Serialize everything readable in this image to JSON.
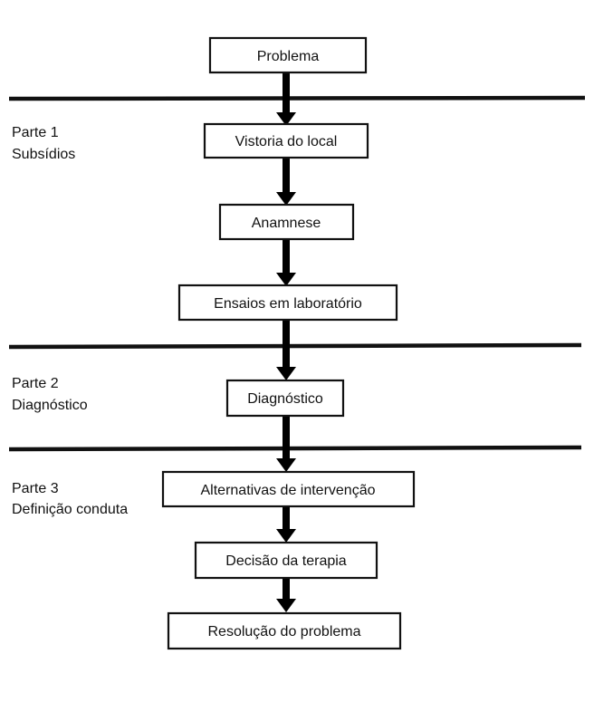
{
  "nodes": [
    {
      "id": "problema",
      "label": "Problema"
    },
    {
      "id": "vistoria",
      "label": "Vistoria do local"
    },
    {
      "id": "anamnese",
      "label": "Anamnese"
    },
    {
      "id": "ensaios",
      "label": "Ensaios em laboratório"
    },
    {
      "id": "diagnostico",
      "label": "Diagnóstico"
    },
    {
      "id": "alternativas",
      "label": "Alternativas de intervenção"
    },
    {
      "id": "decisao",
      "label": "Decisão da terapia"
    },
    {
      "id": "resolucao",
      "label": "Resolução do problema"
    }
  ],
  "sections": [
    {
      "number": "Parte 1",
      "title": "Subsídios"
    },
    {
      "number": "Parte 2",
      "title": "Diagnóstico"
    },
    {
      "number": "Parte 3",
      "title": "Definição conduta"
    }
  ],
  "colors": {
    "line": "#111111",
    "arrow": "#000000",
    "background": "#ffffff"
  }
}
